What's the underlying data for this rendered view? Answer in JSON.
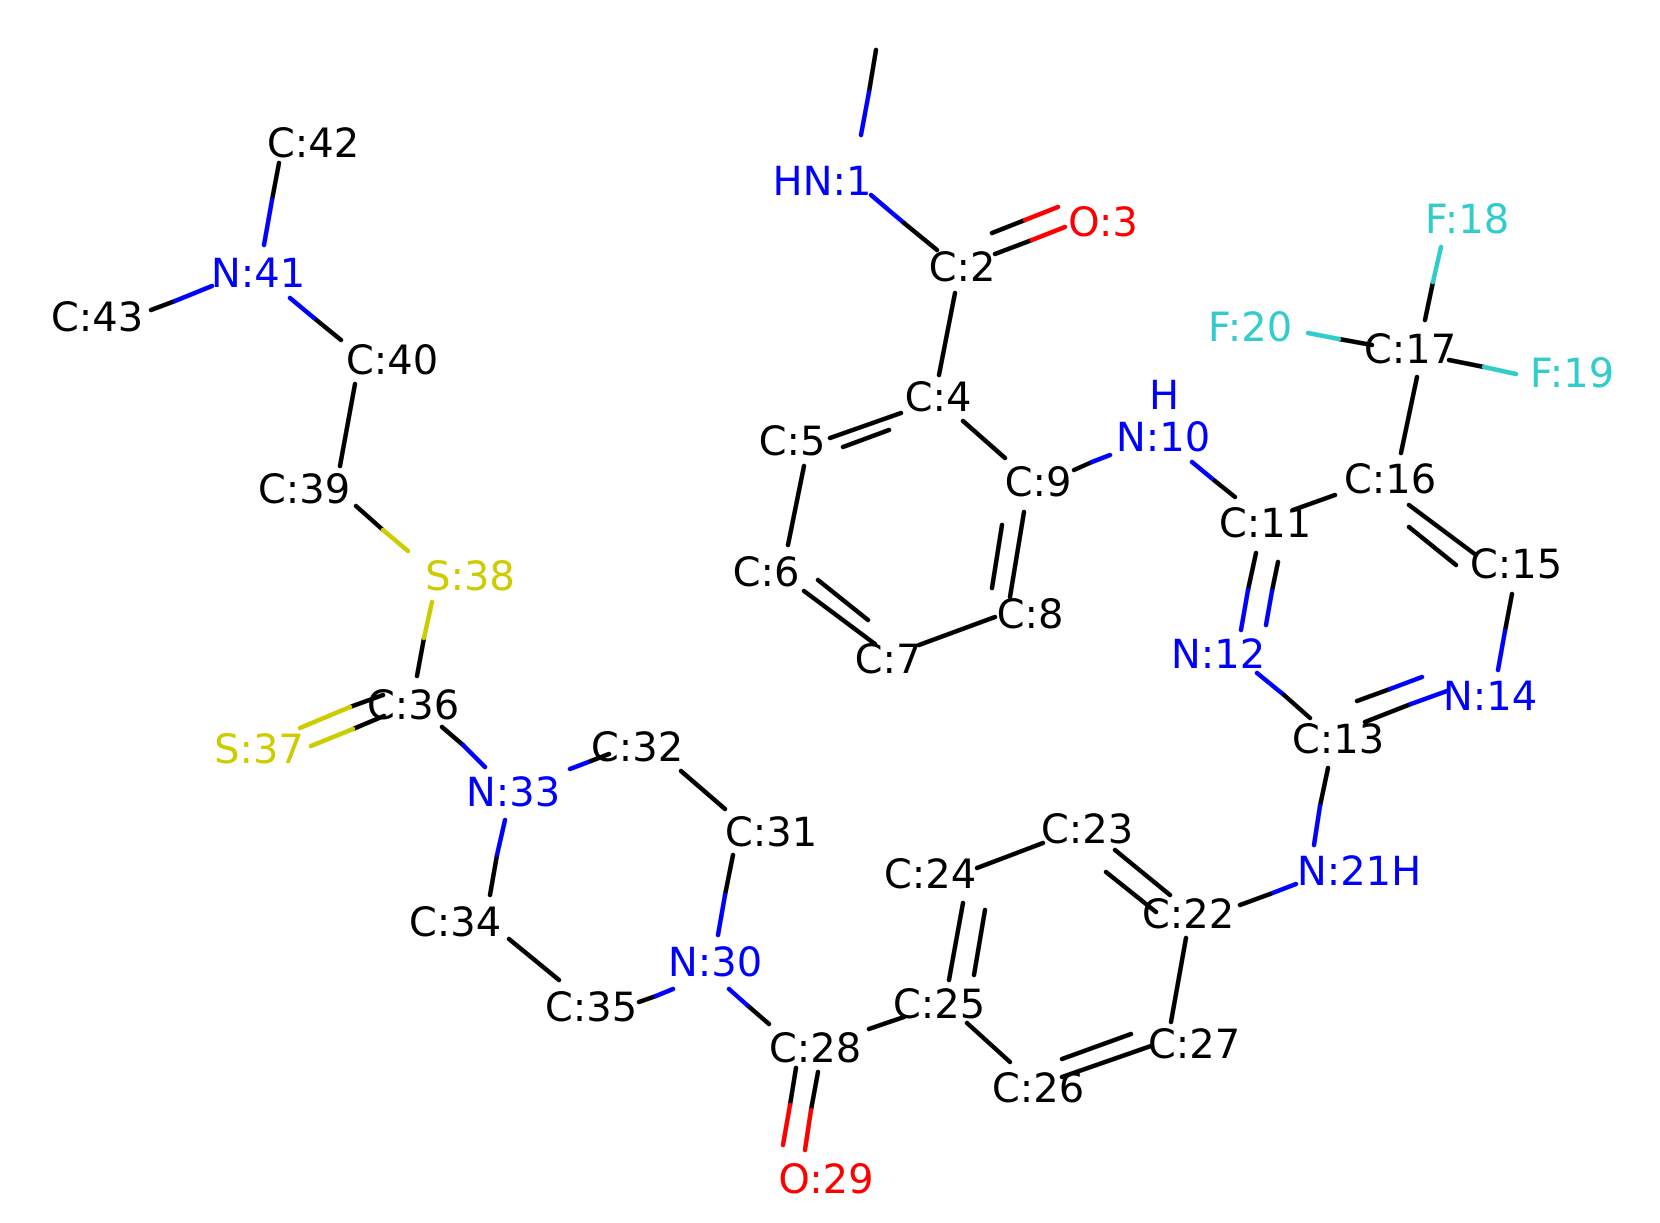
{
  "colors": {
    "C": "#000000",
    "N": "#0000ff",
    "O": "#ff0000",
    "S": "#cccc00",
    "F": "#33cccc",
    "background": "#ffffff"
  },
  "atoms": [
    {
      "label": "C:42",
      "el": "C"
    },
    {
      "label": "N:41",
      "el": "N"
    },
    {
      "label": "C:43",
      "el": "C"
    },
    {
      "label": "C:40",
      "el": "C"
    },
    {
      "label": "C:39",
      "el": "C"
    },
    {
      "label": "S:38",
      "el": "S"
    },
    {
      "label": "C:36",
      "el": "C"
    },
    {
      "label": "S:37",
      "el": "S"
    },
    {
      "label": "N:33",
      "el": "N"
    },
    {
      "label": "C:32",
      "el": "C"
    },
    {
      "label": "C:31",
      "el": "C"
    },
    {
      "label": "N:30",
      "el": "N"
    },
    {
      "label": "C:35",
      "el": "C"
    },
    {
      "label": "C:34",
      "el": "C"
    },
    {
      "label": "C:28",
      "el": "C"
    },
    {
      "label": "O:29",
      "el": "O"
    },
    {
      "label": "C:25",
      "el": "C"
    },
    {
      "label": "C:24",
      "el": "C"
    },
    {
      "label": "C:23",
      "el": "C"
    },
    {
      "label": "C:22",
      "el": "C"
    },
    {
      "label": "C:27",
      "el": "C"
    },
    {
      "label": "C:26",
      "el": "C"
    },
    {
      "label": "N:21H",
      "el": "N"
    },
    {
      "label": "C:13",
      "el": "C"
    },
    {
      "label": "N:14",
      "el": "N"
    },
    {
      "label": "C:15",
      "el": "C"
    },
    {
      "label": "C:16",
      "el": "C"
    },
    {
      "label": "C:11",
      "el": "C"
    },
    {
      "label": "N:12",
      "el": "N"
    },
    {
      "label": "C:17",
      "el": "C"
    },
    {
      "label": "F:18",
      "el": "F"
    },
    {
      "label": "F:19",
      "el": "F"
    },
    {
      "label": "F:20",
      "el": "F"
    },
    {
      "label": "N:10",
      "el": "N"
    },
    {
      "label": "H",
      "el": "N"
    },
    {
      "label": "C:9",
      "el": "C"
    },
    {
      "label": "C:4",
      "el": "C"
    },
    {
      "label": "C:5",
      "el": "C"
    },
    {
      "label": "C:6",
      "el": "C"
    },
    {
      "label": "C:7",
      "el": "C"
    },
    {
      "label": "C:8",
      "el": "C"
    },
    {
      "label": "C:2",
      "el": "C"
    },
    {
      "label": "O:3",
      "el": "O"
    },
    {
      "label": "HN:1",
      "el": "N"
    }
  ]
}
